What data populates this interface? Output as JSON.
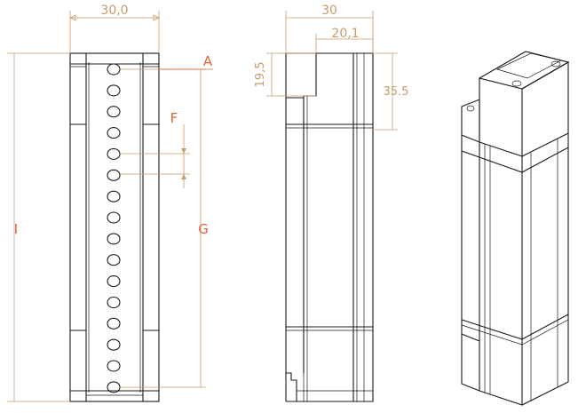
{
  "dimensions": {
    "front_width": "30,0",
    "side_width": "30",
    "side_inner_width": "20,1",
    "side_notch_height": "19,5",
    "side_top_height": "35.5"
  },
  "labels": {
    "a": "A",
    "f": "F",
    "g": "G",
    "i": "I"
  },
  "colors": {
    "outline": "#1a1a1a",
    "dimension": "#c99a6a",
    "label": "#e0623a"
  }
}
